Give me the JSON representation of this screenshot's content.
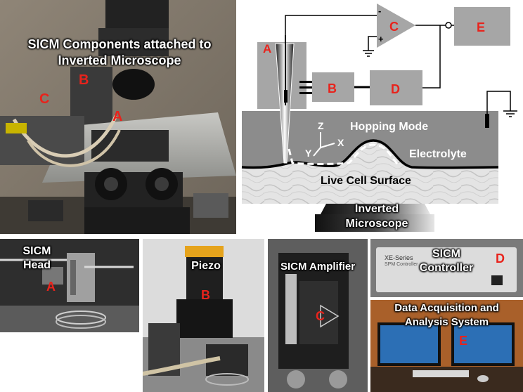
{
  "main_photo": {
    "caption": "SICM Components attached to Inverted Microscope",
    "label_b": "B",
    "label_c": "C",
    "label_a": "A"
  },
  "schematic": {
    "block_a": "A",
    "block_b": "B",
    "block_c": "C",
    "block_d": "D",
    "block_e": "E",
    "minus": "-",
    "plus": "+",
    "axis_z": "Z",
    "axis_y": "Y",
    "axis_x": "X",
    "mode": "Hopping Mode",
    "electrolyte": "Electrolyte",
    "surface": "Live Cell Surface",
    "microscope": "Inverted Microscope"
  },
  "panels": {
    "head": {
      "title": "SICM Head",
      "letter": "A"
    },
    "piezo": {
      "title": "Piezo",
      "letter": "B"
    },
    "amplifier": {
      "title": "SICM Amplifier",
      "letter": "C"
    },
    "controller": {
      "title": "SICM Controller",
      "letter": "D",
      "brand": "XE-Series",
      "sub": "SPM Controller"
    },
    "daq": {
      "title": "Data Acquisition and Analysis System",
      "letter": "E"
    }
  },
  "colors": {
    "label_red": "#e8231c",
    "block_gray": "#a6a6a6",
    "electrolyte_gray": "#8c8c8c"
  }
}
